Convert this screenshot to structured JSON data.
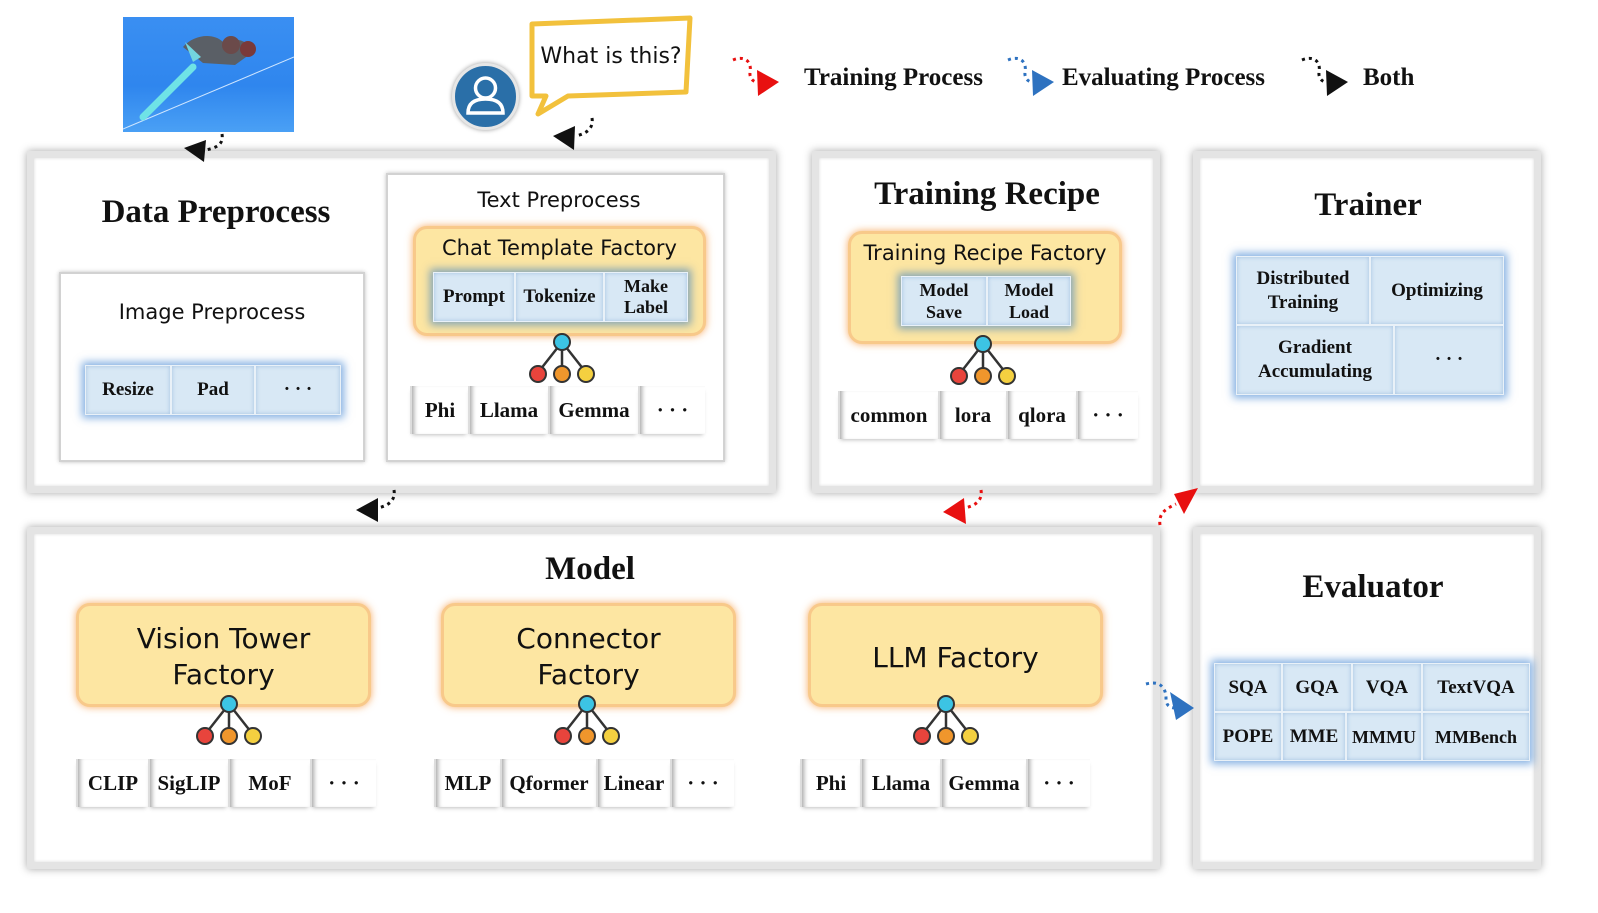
{
  "question": "What is this?",
  "legend": [
    {
      "label": "Training Process",
      "color": "#e81010"
    },
    {
      "label": "Evaluating Process",
      "color": "#2e72c0"
    },
    {
      "label": "Both",
      "color": "#111111"
    }
  ],
  "data_preprocess": {
    "title": "Data Preprocess",
    "image": {
      "title": "Image Preprocess",
      "items": [
        "Resize",
        "Pad",
        "· · ·"
      ]
    },
    "text": {
      "title": "Text Preprocess",
      "factory": "Chat Template Factory",
      "factory_items": [
        "Prompt",
        "Tokenize",
        "Make\nLabel"
      ],
      "options": [
        "Phi",
        "Llama",
        "Gemma",
        "· · ·"
      ]
    }
  },
  "training_recipe": {
    "title": "Training Recipe",
    "factory": "Training Recipe Factory",
    "factory_items": [
      "Model\nSave",
      "Model\nLoad"
    ],
    "options": [
      "common",
      "lora",
      "qlora",
      "· · ·"
    ]
  },
  "trainer": {
    "title": "Trainer",
    "items": [
      "Distributed\nTraining",
      "Optimizing",
      "Gradient\nAccumulating",
      "· · ·"
    ]
  },
  "model": {
    "title": "Model",
    "vision": {
      "factory": "Vision Tower\nFactory",
      "options": [
        "CLIP",
        "SigLIP",
        "MoF",
        "· · ·"
      ]
    },
    "connector": {
      "factory": "Connector\nFactory",
      "options": [
        "MLP",
        "Qformer",
        "Linear",
        "· · ·"
      ]
    },
    "llm": {
      "factory": "LLM Factory",
      "options": [
        "Phi",
        "Llama",
        "Gemma",
        "· · ·"
      ]
    }
  },
  "evaluator": {
    "title": "Evaluator",
    "benchmarks": [
      "SQA",
      "GQA",
      "VQA",
      "TextVQA",
      "POPE",
      "MME",
      "MMMU",
      "MMBench"
    ]
  }
}
